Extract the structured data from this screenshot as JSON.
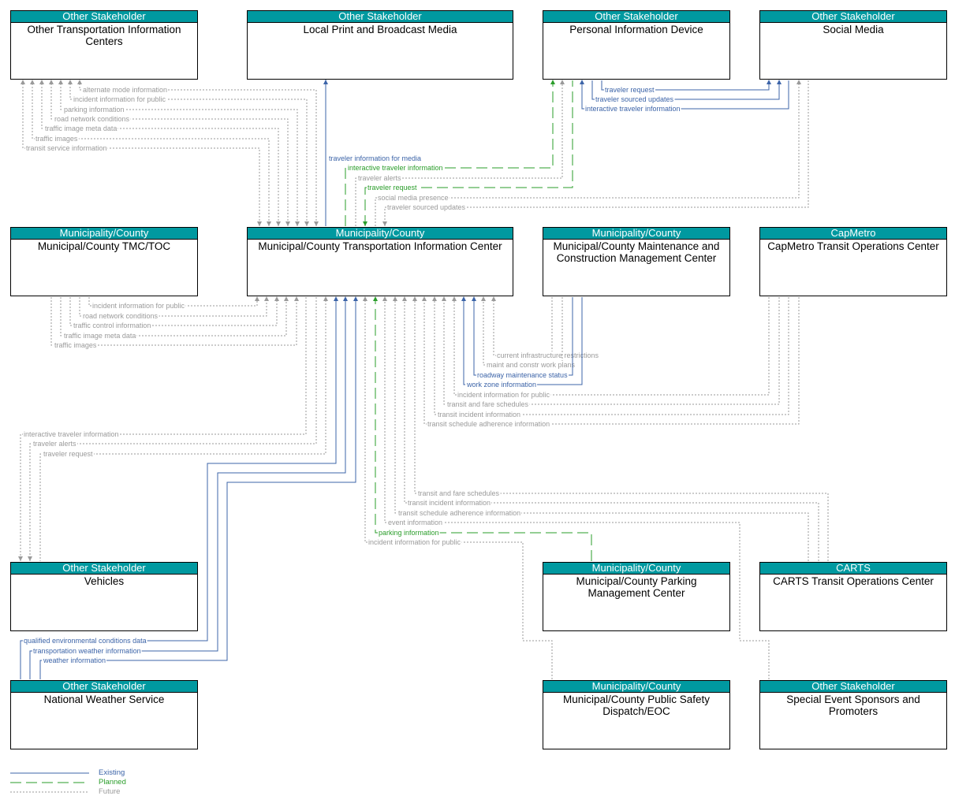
{
  "nodes": {
    "otic": {
      "header": "Other Stakeholder",
      "name": "Other Transportation Information Centers"
    },
    "media": {
      "header": "Other Stakeholder",
      "name": "Local Print and Broadcast Media"
    },
    "pid": {
      "header": "Other Stakeholder",
      "name": "Personal Information Device"
    },
    "social": {
      "header": "Other Stakeholder",
      "name": "Social Media"
    },
    "tmc": {
      "header": "Municipality/County",
      "name": "Municipal/County TMC/TOC"
    },
    "tic": {
      "header": "Municipality/County",
      "name": "Municipal/County Transportation Information Center"
    },
    "maint": {
      "header": "Municipality/County",
      "name": "Municipal/County Maintenance and Construction Management Center"
    },
    "capm": {
      "header": "CapMetro",
      "name": "CapMetro Transit Operations Center"
    },
    "veh": {
      "header": "Other Stakeholder",
      "name": "Vehicles"
    },
    "park": {
      "header": "Municipality/County",
      "name": "Municipal/County Parking Management Center"
    },
    "carts": {
      "header": "CARTS",
      "name": "CARTS Transit Operations Center"
    },
    "nws": {
      "header": "Other Stakeholder",
      "name": "National Weather Service"
    },
    "psap": {
      "header": "Municipality/County",
      "name": "Municipal/County Public Safety Dispatch/EOC"
    },
    "events": {
      "header": "Other Stakeholder",
      "name": "Special Event Sponsors and Promoters"
    }
  },
  "colors": {
    "header_bg": "#0099a0",
    "existing": "#3c64a8",
    "planned": "#2a9d2a",
    "future": "#9a9a9a"
  },
  "flows": {
    "otic": [
      "alternate mode information",
      "incident information for public",
      "parking information",
      "road network conditions",
      "traffic image meta data",
      "traffic images",
      "transit service information"
    ],
    "media": "traveler information for media",
    "tic_pid_right": [
      "traveler request",
      "traveler sourced updates",
      "interactive traveler information"
    ],
    "tic_top": [
      "interactive traveler information",
      "traveler alerts",
      "traveler request",
      "social media presence",
      "traveler sourced updates"
    ],
    "tmc": [
      "incident information for public",
      "road network conditions",
      "traffic control information",
      "traffic image meta data",
      "traffic images"
    ],
    "maint": [
      "current infrastructure restrictions",
      "maint and constr work plans",
      "roadway maintenance status",
      "work zone information"
    ],
    "capm": [
      "incident information for public",
      "transit and fare schedules",
      "transit incident information",
      "transit schedule adherence information"
    ],
    "veh": [
      "interactive traveler information",
      "traveler alerts",
      "traveler request"
    ],
    "carts": [
      "transit and fare schedules",
      "transit incident information",
      "transit schedule adherence information"
    ],
    "events": "event information",
    "park": "parking information",
    "psap": "incident information for public",
    "nws": [
      "qualified environmental conditions data",
      "transportation weather information",
      "weather information"
    ]
  },
  "legend": {
    "existing": "Existing",
    "planned": "Planned",
    "future": "Future"
  }
}
